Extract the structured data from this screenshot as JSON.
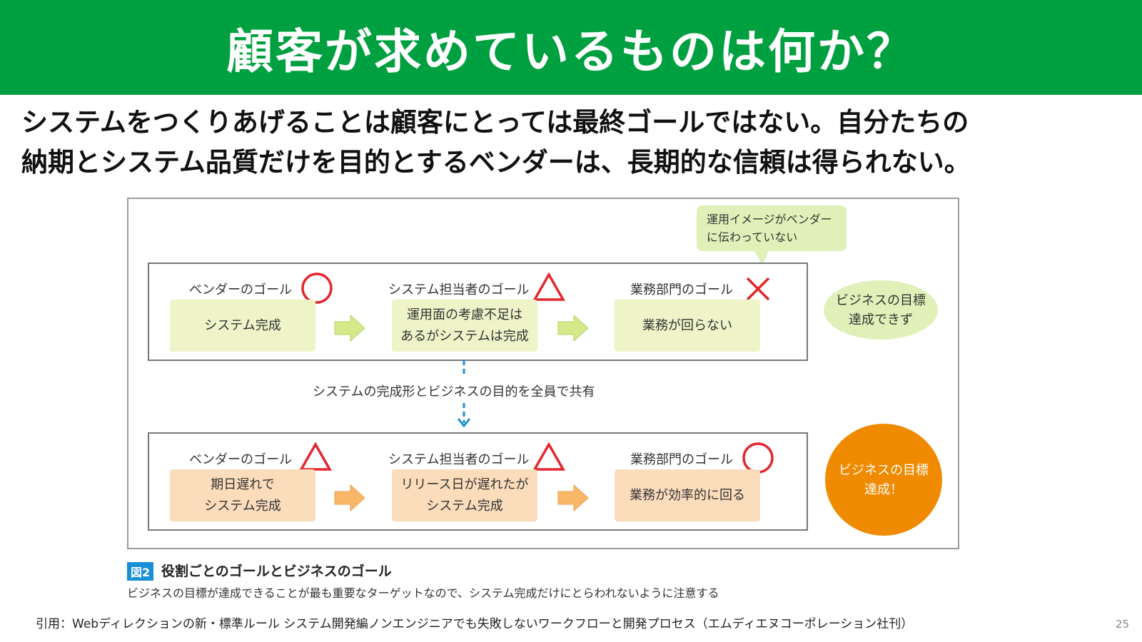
{
  "title": "顧客が求めているものは何か？",
  "lead": {
    "line1": "システムをつくりあげることは顧客にとっては最終ゴールではない。自分たちの",
    "line2": "納期とシステム品質だけを目的とするベンダーは、長期的な信頼は得られない。"
  },
  "figure": {
    "bubble": {
      "line1": "運用イメージがベンダー",
      "line2": "に伝わっていない"
    },
    "row1": {
      "labels": [
        "ベンダーのゴール",
        "システム担当者のゴール",
        "業務部門のゴール"
      ],
      "boxes": [
        [
          "システム完成"
        ],
        [
          "運用面の考慮不足は",
          "あるがシステムは完成"
        ],
        [
          "業務が回らない"
        ]
      ],
      "marks": [
        "circle",
        "triangle",
        "cross"
      ],
      "result": {
        "line1": "ビジネスの目標",
        "line2": "達成できず"
      }
    },
    "share_text": "システムの完成形とビジネスの目的を全員で共有",
    "row2": {
      "labels": [
        "ベンダーのゴール",
        "システム担当者のゴール",
        "業務部門のゴール"
      ],
      "boxes": [
        [
          "期日遅れで",
          "システム完成"
        ],
        [
          "リリース日が遅れたが",
          "システム完成"
        ],
        [
          "業務が効率的に回る"
        ]
      ],
      "marks": [
        "triangle",
        "triangle",
        "circle"
      ],
      "result": {
        "line1": "ビジネスの目標",
        "line2": "達成！"
      }
    }
  },
  "caption": {
    "tag": "図2",
    "title": "役割ごとのゴールとビジネスのゴール",
    "description": "ビジネスの目標が達成できることが最も重要なターゲットなので、システム完成だけにとらわれないように注意する"
  },
  "citation": "引用：Webディレクションの新・標準ルール システム開発編ノンエンジニアでも失敗しないワークフローと開発プロセス（エムディエヌコーポレーション社刊）",
  "page_number": "25",
  "colors": {
    "title_bar": "#00a040",
    "mark_red": "#e3262e",
    "row1_box": "#eef3c8",
    "row2_box": "#fbdcbb",
    "arrow_green": "#d6e98a",
    "arrow_orange": "#f9b867",
    "result_success": "#f08a00",
    "result_fail": "#dff0b8",
    "dash_arrow": "#1a8fd6"
  }
}
